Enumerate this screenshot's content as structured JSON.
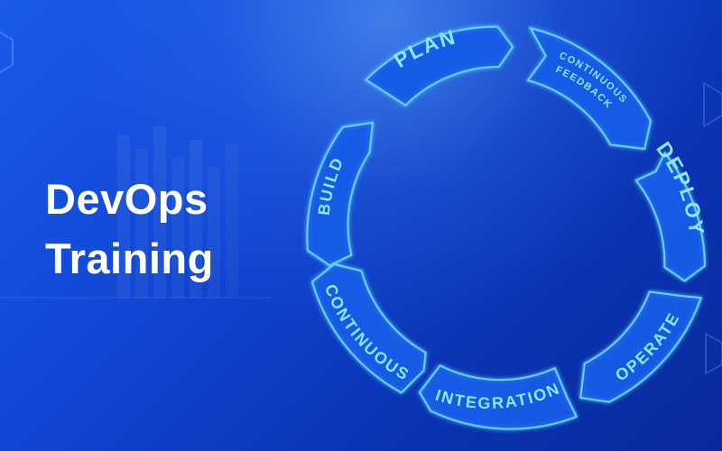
{
  "title": {
    "line1": "DevOps",
    "line2": "Training"
  },
  "cycle": {
    "stages": [
      {
        "key": "plan",
        "label": "PLAN"
      },
      {
        "key": "continuous-feedback",
        "label1": "CONTINUOUS",
        "label2": "FEEDBACK"
      },
      {
        "key": "deploy",
        "label": "DEPLOY"
      },
      {
        "key": "operate",
        "label": "OPERATE"
      },
      {
        "key": "integration",
        "label": "INTEGRATION"
      },
      {
        "key": "continuous",
        "label": "CONTINUOUS"
      },
      {
        "key": "build",
        "label": "BUILD"
      }
    ]
  },
  "colors": {
    "background": "#1148d6",
    "segment_fill": "#185ce6",
    "segment_outline": "#5fd0ff",
    "label_text": "#8fe6ff",
    "title_text": "#ffffff"
  }
}
